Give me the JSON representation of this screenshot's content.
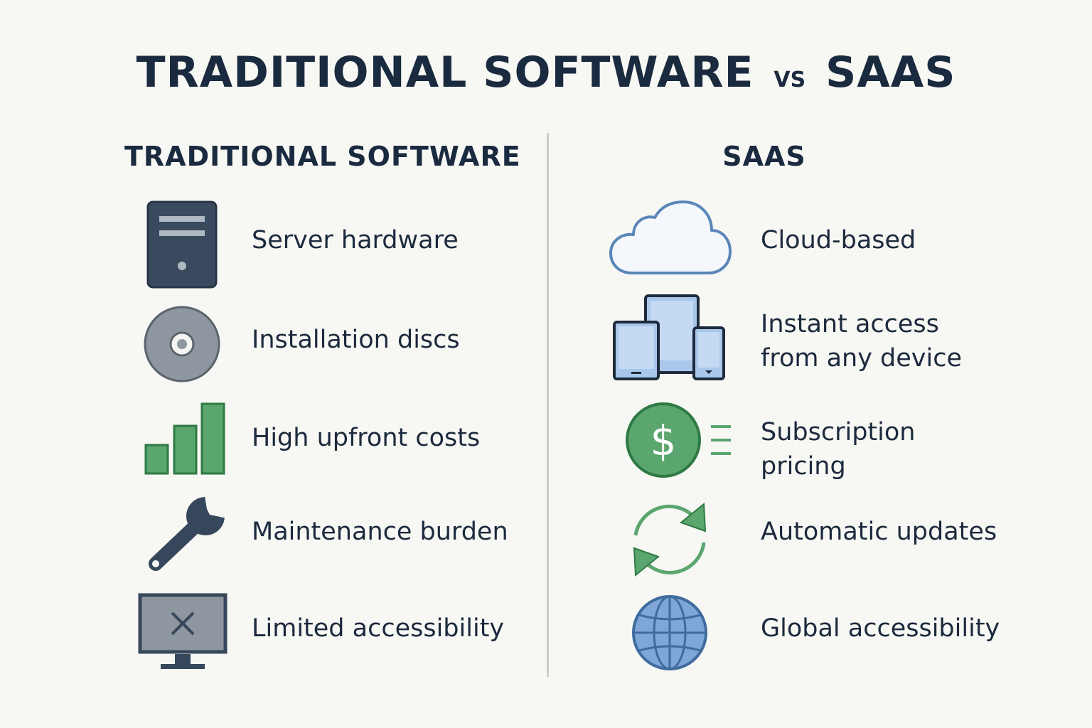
{
  "title": {
    "part1": "TRADITIONAL SOFTWARE",
    "vs": "VS",
    "part2": "SAAS"
  },
  "traditional": {
    "heading": "TRADITIONAL SOFTWARE",
    "items": [
      {
        "icon": "server-icon",
        "label": "Server hardware"
      },
      {
        "icon": "disc-icon",
        "label": "Installation discs"
      },
      {
        "icon": "bar-chart-icon",
        "label": "High upfront costs"
      },
      {
        "icon": "wrench-icon",
        "label": "Maintenance burden"
      },
      {
        "icon": "monitor-x-icon",
        "label": "Limited accessibility"
      }
    ]
  },
  "saas": {
    "heading": "SAAS",
    "items": [
      {
        "icon": "cloud-icon",
        "label": "Cloud-based"
      },
      {
        "icon": "devices-icon",
        "label_line1": "Instant access",
        "label_line2": "from any device"
      },
      {
        "icon": "dollar-coin-icon",
        "label_line1": "Subscription",
        "label_line2": "pricing"
      },
      {
        "icon": "refresh-icon",
        "label": "Automatic updates"
      },
      {
        "icon": "globe-icon",
        "label": "Global accessibility"
      }
    ]
  },
  "colors": {
    "background": "#f7f7f4",
    "text": "#1c2a3d",
    "dark_slate": "#37475b",
    "gray": "#8e979f",
    "green": "#5aa66e",
    "green_dark": "#2f7a44",
    "blue_light": "#a9c7ea",
    "blue_stroke": "#5a86b8"
  }
}
